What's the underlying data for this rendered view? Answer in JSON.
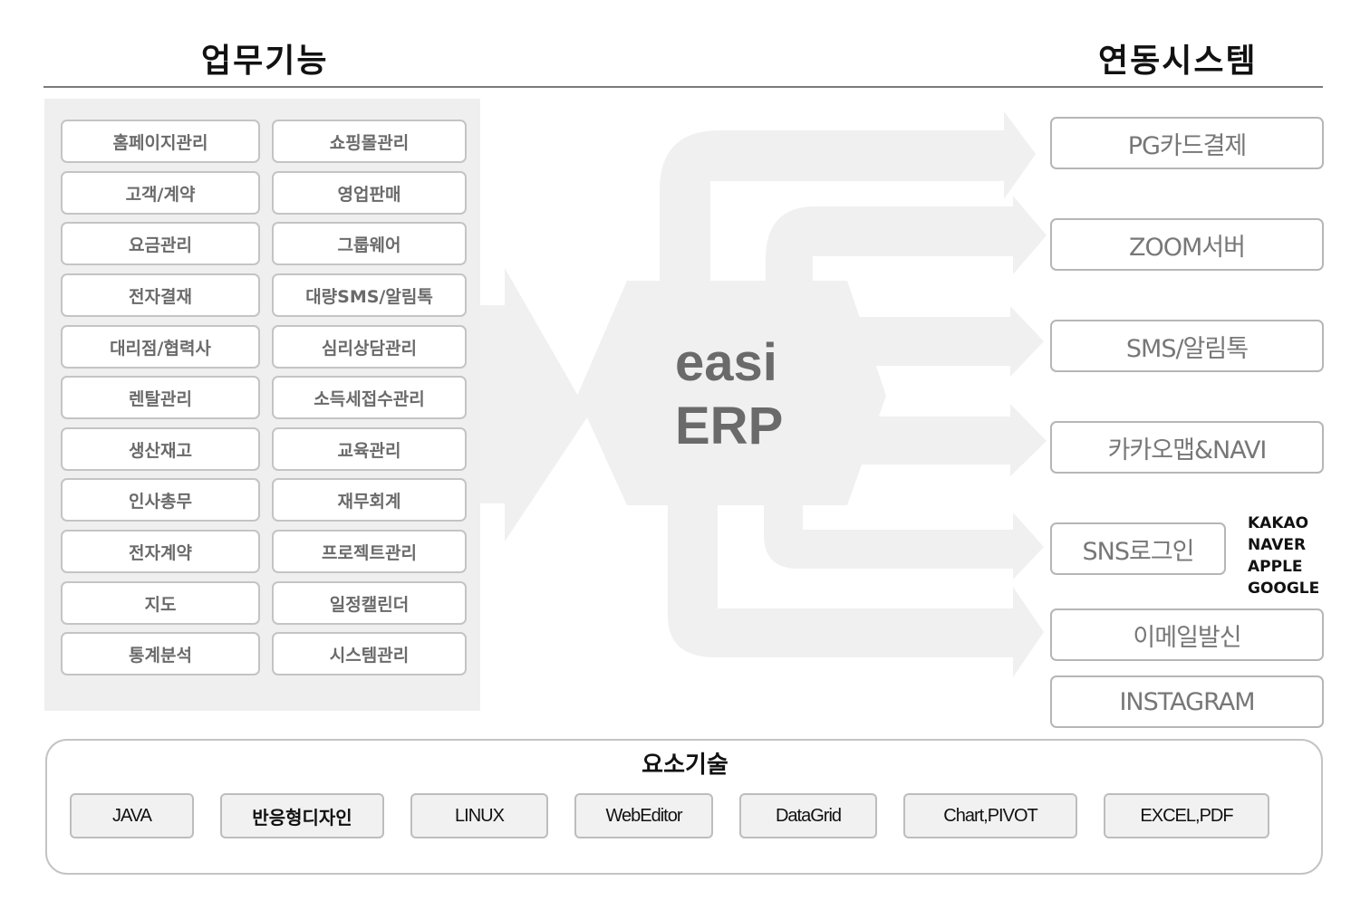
{
  "headings": {
    "business_functions": "업무기능",
    "linked_systems": "연동시스템"
  },
  "business_functions": [
    [
      "홈페이지관리",
      "쇼핑몰관리"
    ],
    [
      "고객/계약",
      "영업판매"
    ],
    [
      "요금관리",
      "그룹웨어"
    ],
    [
      "전자결재",
      "대량SMS/알림톡"
    ],
    [
      "대리점/협력사",
      "심리상담관리"
    ],
    [
      "렌탈관리",
      "소득세접수관리"
    ],
    [
      "생산재고",
      "교육관리"
    ],
    [
      "인사총무",
      "재무회계"
    ],
    [
      "전자계약",
      "프로젝트관리"
    ],
    [
      "지도",
      "일정캘린더"
    ],
    [
      "통계분석",
      "시스템관리"
    ]
  ],
  "center": {
    "line1": "easi",
    "line2": "ERP"
  },
  "linked_systems": {
    "pg": "PG카드결제",
    "zoom": "ZOOM서버",
    "sms": "SMS/알림톡",
    "kakao_map": "카카오맵&NAVI",
    "sns_login": "SNS로그인",
    "sns_providers": [
      "KAKAO",
      "NAVER",
      "APPLE",
      "GOOGLE"
    ],
    "email": "이메일발신",
    "instagram": "INSTAGRAM"
  },
  "tech": {
    "title": "요소기술",
    "items": [
      "JAVA",
      "반응형디자인",
      "LINUX",
      "WebEditor",
      "DataGrid",
      "Chart,PIVOT",
      "EXCEL,PDF"
    ]
  },
  "colors": {
    "panel": "#efefef",
    "flow": "#f0f0f0",
    "text_gray": "#6a6a6a",
    "border": "#c4c4c4"
  }
}
